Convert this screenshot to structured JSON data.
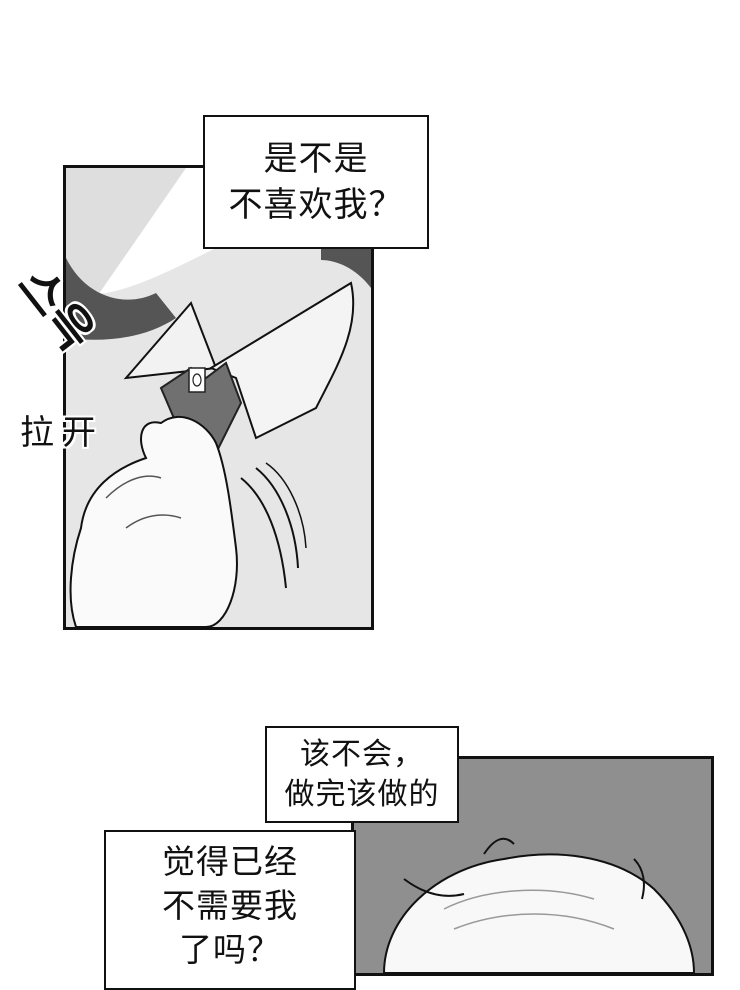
{
  "page": {
    "type": "manga-page",
    "background": "#ffffff"
  },
  "panel1": {
    "description": "close-up of a hand pulling loose a necktie on a white collared shirt",
    "background": "#e6e6e6",
    "caption": {
      "lines": [
        "是不是",
        "不喜欢我？"
      ]
    },
    "sfx": {
      "korean": "스윽",
      "chinese": "拉开"
    }
  },
  "panel2": {
    "description": "top of a character's light-haired head against a gray background",
    "background": "#8f8f8f",
    "caption_top": {
      "lines": [
        "该不会，",
        "做完该做的"
      ]
    },
    "caption_bottom": {
      "lines": [
        "觉得已经",
        "不需要我",
        "了吗？"
      ]
    }
  }
}
